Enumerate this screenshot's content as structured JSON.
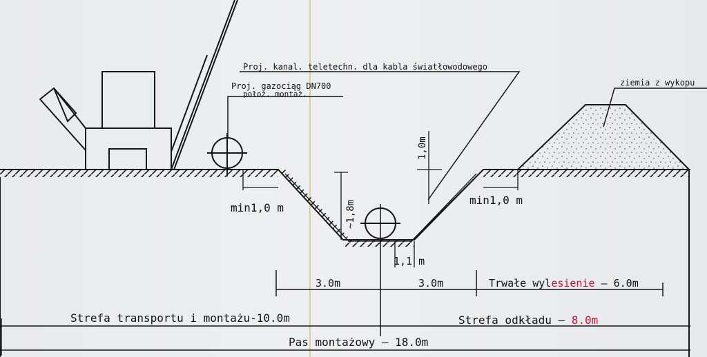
{
  "labels": {
    "telecom_duct": "Proj. kanal. teletechn. dla kabla światłowodowego",
    "gas_pipeline": "Proj. gazociąg DN700",
    "assembly_position": "położ. montaż.",
    "spoil_heap": "ziemia z wykopu",
    "depth_telecom": "1,0m",
    "depth_trench": "~1,8m",
    "min_left": "min1,0 m",
    "min_right": "min1,0 m",
    "bottom_width": "1,1 m",
    "dim_left": "3.0m",
    "dim_right": "3.0m",
    "deforestation_prefix": "Trwałe wyl",
    "deforestation_mid": "esienie",
    "deforestation_dash": " – ",
    "deforestation_value": "6.0m",
    "transport_zone": "Strefa transportu i montażu-10.0m",
    "storage_zone": "Strefa odkładu – ",
    "storage_value": "8.0m",
    "total_strip": "Pas montażowy – 18.0m"
  },
  "colors": {
    "line": "#151515",
    "accent_red": "#c8102e",
    "background": "#ecedef",
    "center_line": "#d9c27a"
  },
  "icons": {
    "machine": "pipelayer-crane-icon",
    "pipe": "pipe-cross-section-icon"
  }
}
